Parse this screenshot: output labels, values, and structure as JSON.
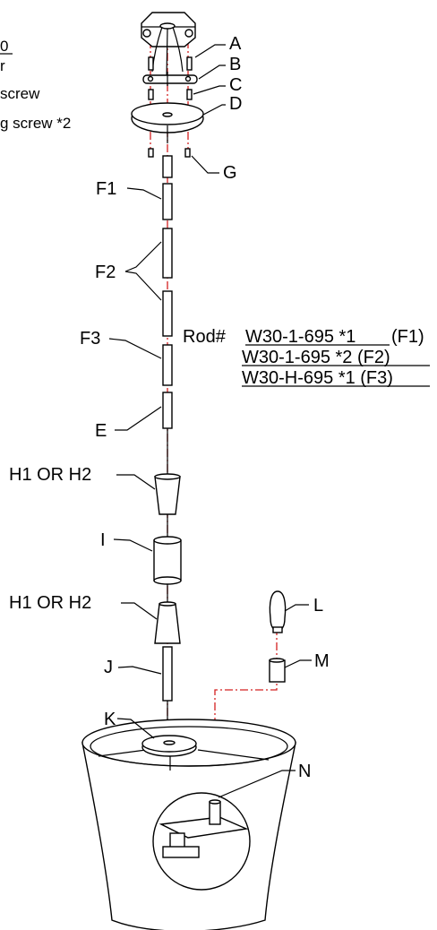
{
  "notes": {
    "line1": "0",
    "line2": "r",
    "line3": "screw",
    "line4": "g screw *2"
  },
  "labels": {
    "A": "A",
    "B": "B",
    "C": "C",
    "D": "D",
    "G": "G",
    "F1": "F1",
    "F2": "F2",
    "F3": "F3",
    "E": "E",
    "H1": "H1 OR H2",
    "I": "I",
    "H2": "H1 OR H2",
    "J": "J",
    "K": "K",
    "L": "L",
    "M": "M",
    "N": "N"
  },
  "rods": {
    "prefix": "Rod#",
    "rod1": "W30-1-695 *1",
    "rod1_tag": "(F1)",
    "rod2": "W30-1-695 *2 (F2)",
    "rod3": "W30-H-695 *1 (F3)"
  }
}
